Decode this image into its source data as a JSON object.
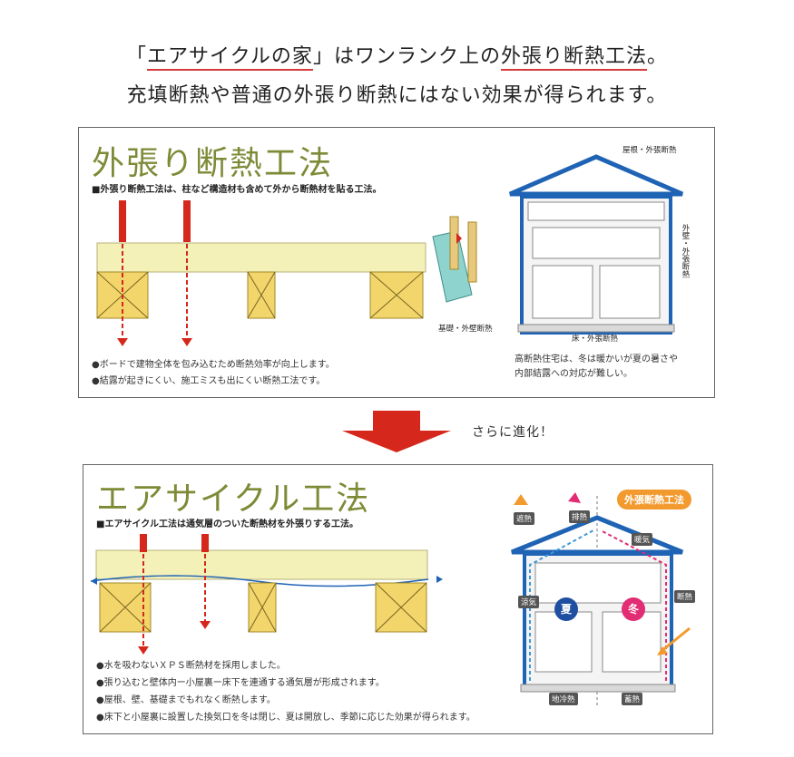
{
  "header": {
    "line1_part1": "「",
    "line1_brand": "エアサイクルの家",
    "line1_part2": "」はワンランク上の",
    "line1_method": "外張り断熱工法",
    "line1_end": "。",
    "line2": "充填断熱や普通の外張り断熱にはない効果が得られます。"
  },
  "panel1": {
    "title": "外張り断熱工法",
    "subtitle": "■外張り断熱工法は、柱など構造材も含めて外から断熱材を貼る工法。",
    "bullets": [
      "●ボードで建物全体を包み込むため断熱効率が向上します。",
      "●結露が起きにくい、施工ミスも出にくい断熱工法です。"
    ],
    "house_labels": {
      "roof": "屋根・外張断熱",
      "wall": "外壁・外張断熱",
      "foundation": "基礎・外壁断熱",
      "floor": "床・外張断熱"
    },
    "note_line1": "高断熱住宅は、冬は暖かいが夏の暑さや",
    "note_line2": "内部結露への対応が難しい。"
  },
  "arrow_caption": "さらに進化！",
  "panel2": {
    "title": "エアサイクル工法",
    "subtitle": "■エアサイクル工法は通気層のついた断熱材を外張りする工法。",
    "bullets": [
      "●水を吸わないＸＰＳ断熱材を採用しました。",
      "●張り込むと壁体内ー小屋裏ー床下を連通する通気層が形成されます。",
      "●屋根、壁、基礎までもれなく断熱します。",
      "●床下と小屋裏に設置した換気口を冬は閉じ、夏は開放し、季節に応じた効果が得られます。"
    ],
    "badge": "外張断熱工法",
    "house_labels": {
      "shade": "遮熱",
      "exhaust": "排熱",
      "warm_air": "暖気",
      "cool_air": "涼気",
      "insulation": "断熱",
      "ground_cooling": "地冷熱",
      "heat_storage": "蓄熱",
      "summer": "夏",
      "winter": "冬"
    }
  },
  "colors": {
    "title_green": "#7e8a36",
    "red_arrow": "#d6271c",
    "insulation_blue": "#1f63b5",
    "beam_yellow": "#f3f0b8",
    "post_yellow": "#f2d56b",
    "badge_orange": "#f29a2e",
    "winter_pink": "#e22c73"
  }
}
